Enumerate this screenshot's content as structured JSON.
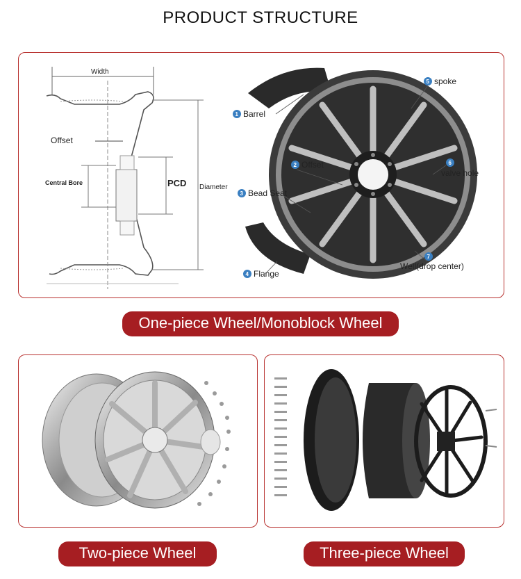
{
  "title": "PRODUCT STRUCTURE",
  "diagram": {
    "cross_section": {
      "width": "Width",
      "offset": "Offset",
      "central_bore": "Central Bore",
      "pcd": "PCD",
      "diameter": "Diameter"
    },
    "parts": [
      {
        "num": "1",
        "label": "Barrel"
      },
      {
        "num": "2",
        "label": "Offset"
      },
      {
        "num": "3",
        "label": "Bead Seat"
      },
      {
        "num": "4",
        "label": "Flange"
      },
      {
        "num": "5",
        "label": "spoke"
      },
      {
        "num": "6",
        "label": "valve hole"
      },
      {
        "num": "7",
        "label": "Well(drop center)"
      }
    ]
  },
  "captions": {
    "one_piece": "One-piece Wheel/Monoblock Wheel",
    "two_piece": "Two-piece Wheel",
    "three_piece": "Three-piece Wheel"
  },
  "colors": {
    "accent": "#a61e22",
    "border": "#b8312f",
    "badge": "#3a7fc1"
  }
}
